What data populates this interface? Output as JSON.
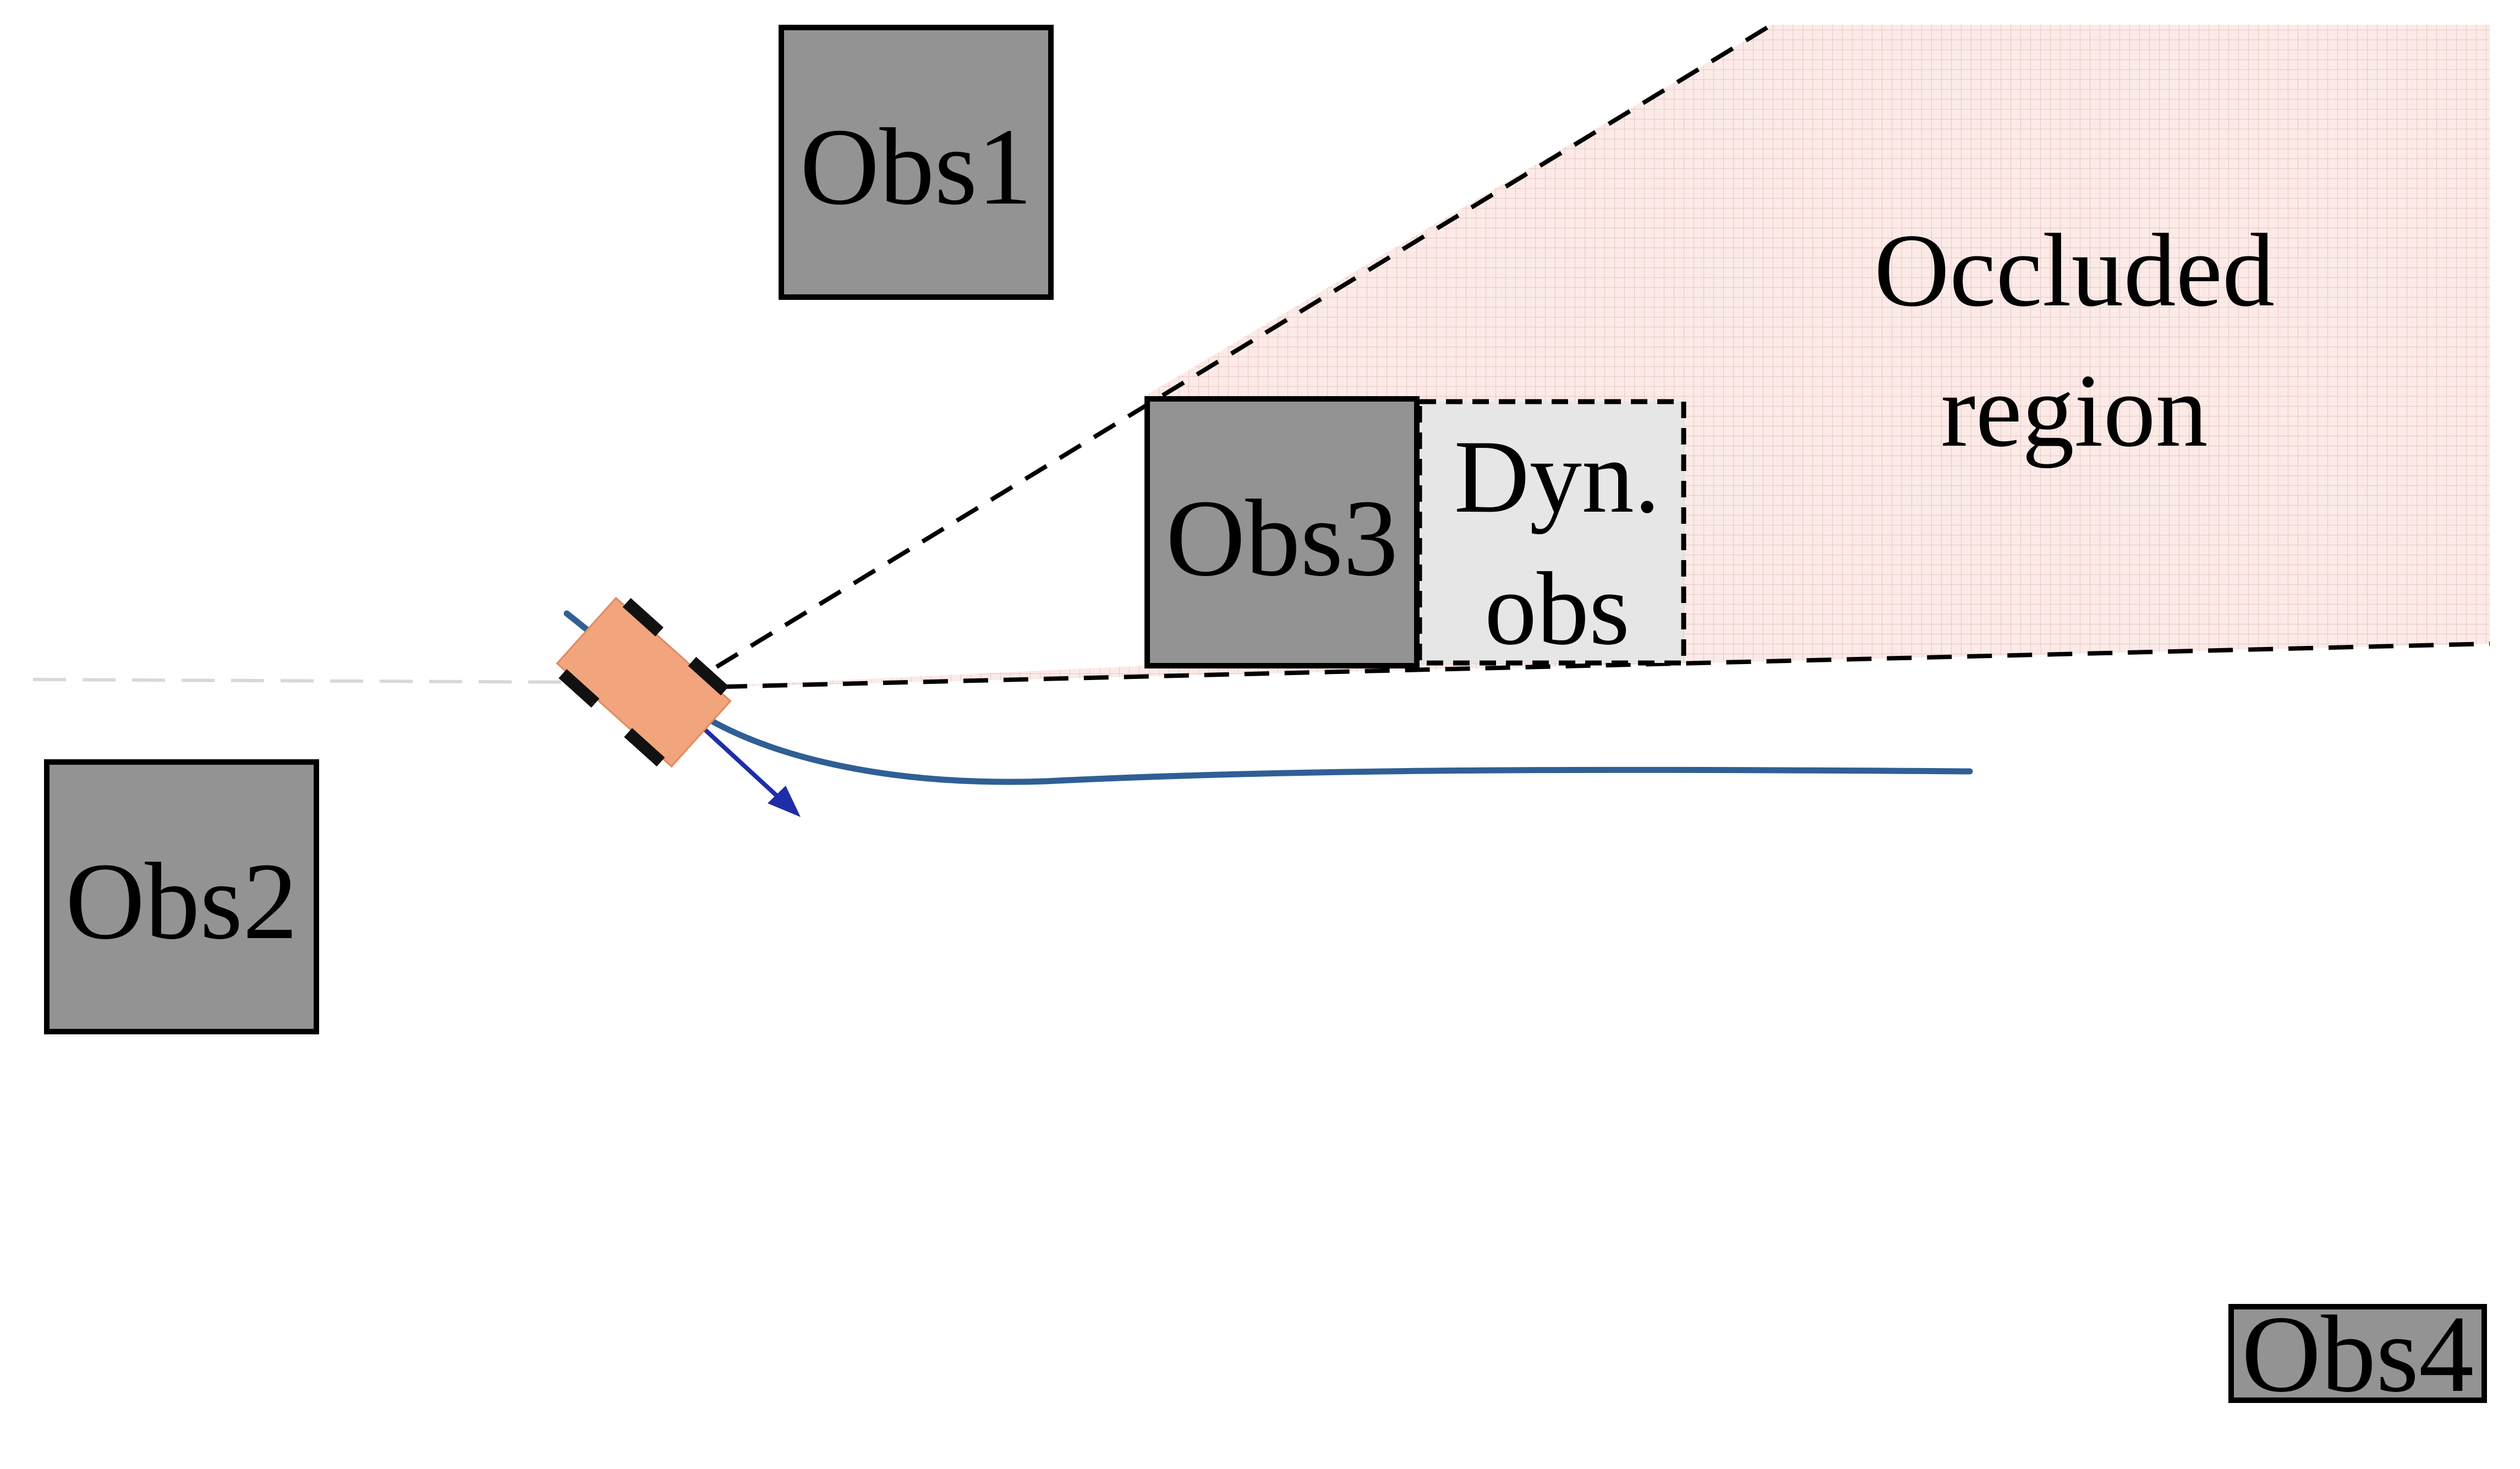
{
  "obstacles": {
    "obs1": {
      "label": "Obs1"
    },
    "obs2": {
      "label": "Obs2"
    },
    "obs3": {
      "label": "Obs3"
    },
    "obs4": {
      "label": "Obs4"
    }
  },
  "dynamic_obstacle": {
    "line1": "Dyn.",
    "line2": "obs"
  },
  "occluded_region": {
    "line1": "Occluded",
    "line2": "region"
  },
  "colors": {
    "obstacle_fill": "#939393",
    "dynamic_fill": "#e6e6e6",
    "occluded_fill": "#fbe9e6",
    "occluded_grid": "#e9c9c4",
    "trajectory": "#2f5f94",
    "heading_arrow": "#1f2ea8",
    "vehicle_body": "#f2a47c"
  }
}
